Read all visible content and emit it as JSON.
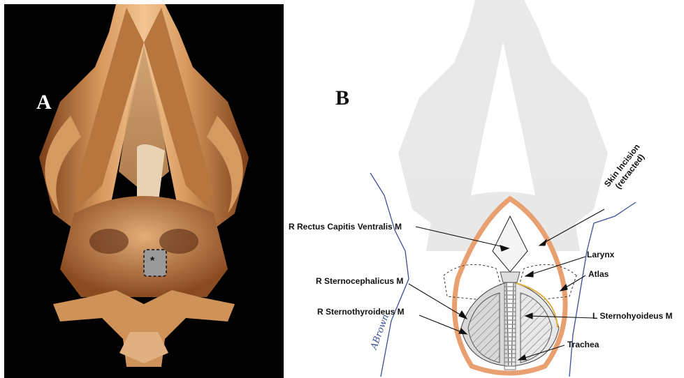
{
  "panels": [
    {
      "letter": "A"
    },
    {
      "letter": "B"
    }
  ],
  "marker": "*",
  "labels": {
    "skin_incision": "Skin Incision",
    "skin_incision_sub": "(retracted)",
    "r_rectus": "R Rectus Capitis Ventralis M",
    "larynx": "Larynx",
    "atlas": "Atlas",
    "r_sternocephalicus": "R Sternocephalicus M",
    "r_sternothyroideus": "R Sternothyroideus M",
    "l_sternohyoideus": "L Sternohyoideus M",
    "trachea": "Trachea"
  },
  "signature": "ABrown",
  "colors": {
    "bone": "#c98a52",
    "incision": "#e8a070",
    "skin_line": "#3a4f9a",
    "muscle_yellow": "#e0b040"
  }
}
